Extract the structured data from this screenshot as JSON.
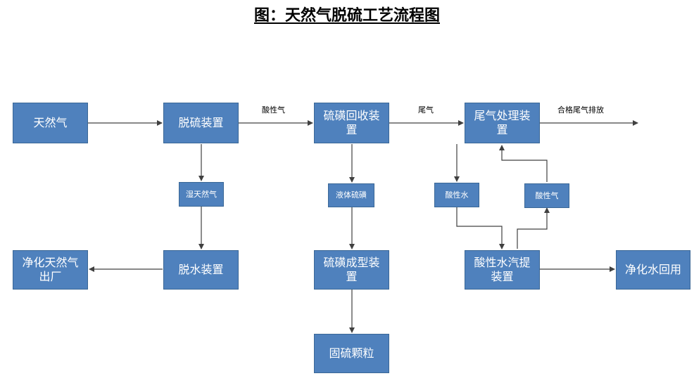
{
  "title": "图：天然气脱硫工艺流程图",
  "nodes": {
    "natural_gas": "天然气",
    "desulfurization_unit": "脱硫装置",
    "sulfur_recovery_unit": "硫磺回收装\n置",
    "tail_gas_treatment_unit": "尾气处理装\n置",
    "wet_natural_gas": "湿天然气",
    "liquid_sulfur": "液体硫磺",
    "acidic_water": "酸性水",
    "acidic_gas_return": "酸性气",
    "purified_gas_out": "净化天然气\n出厂",
    "dehydration_unit": "脱水装置",
    "sulfur_forming_unit": "硫磺成型装\n置",
    "sour_water_stripper": "酸性水汽提\n装置",
    "purified_water_reuse": "净化水回用",
    "solid_sulfur_granules": "固硫颗粒"
  },
  "edge_labels": {
    "acidic_gas": "酸性气",
    "tail_gas": "尾气",
    "qualified_tail_gas": "合格尾气排放"
  },
  "colors": {
    "box_fill": "#4f81bd",
    "box_border": "#3a6796",
    "box_text": "#ffffff",
    "arrow": "#404040"
  }
}
